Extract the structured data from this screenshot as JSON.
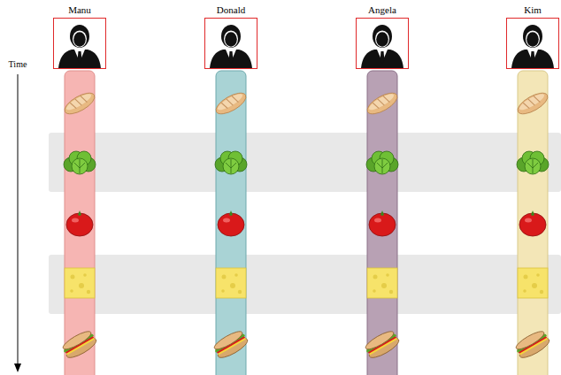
{
  "diagram": {
    "nodes": [
      {
        "text": [
          "Manu"
        ]
      },
      {
        "text": [
          "Donald"
        ]
      },
      {
        "text": [
          "Angela"
        ]
      },
      {
        "text": [
          "Kim"
        ]
      }
    ],
    "labels": [
      "Time"
    ]
  }
}
